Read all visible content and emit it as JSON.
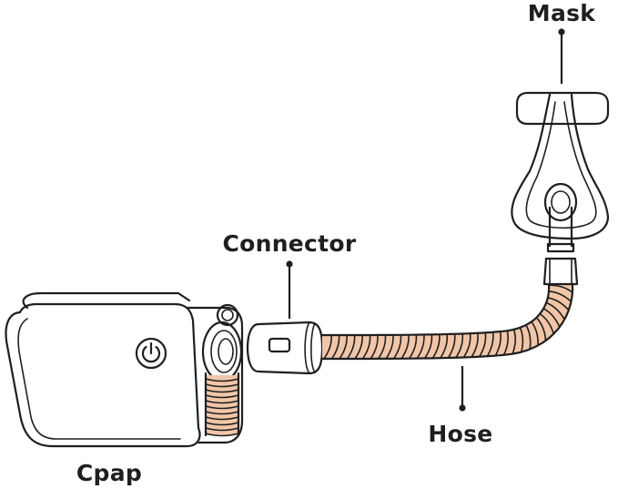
{
  "diagram": {
    "labels": {
      "mask": "Mask",
      "connector": "Connector",
      "hose": "Hose",
      "cpap": "Cpap"
    },
    "icons": {
      "power": "power-icon"
    },
    "colors": {
      "line": "#1f1f1f",
      "hose": "#f1c6a8",
      "background": "#ffffff"
    }
  }
}
